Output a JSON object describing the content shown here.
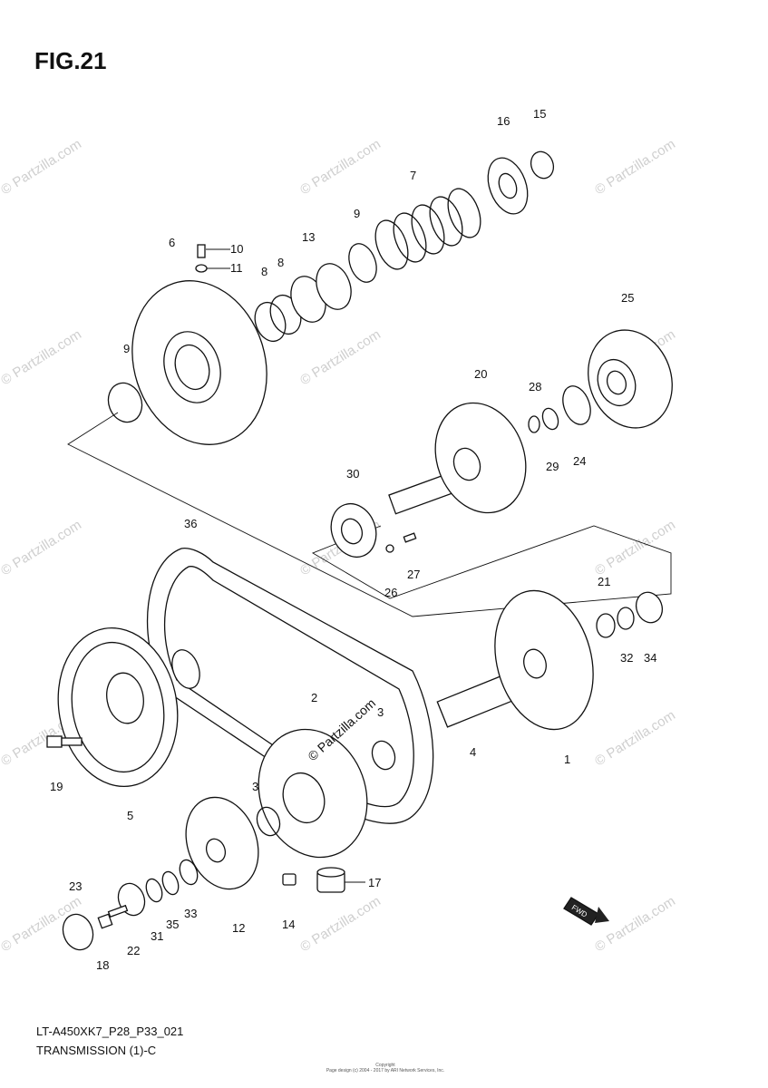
{
  "figure": {
    "title": "FIG.21",
    "model_code": "LT-A450XK7_P28_P33_021",
    "section_name": "TRANSMISSION (1)-C",
    "copyright_line1": "Copyright",
    "copyright_line2": "Page design (c) 2004 - 2017 by ARI Network Services, Inc."
  },
  "watermark": {
    "text": "© Partzilla.com",
    "center_text": "© Partzilla.com"
  },
  "direction_badge": {
    "text": "FWD"
  },
  "callouts": [
    "1",
    "2",
    "3",
    "3",
    "4",
    "5",
    "6",
    "7",
    "8",
    "8",
    "9",
    "9",
    "10",
    "11",
    "12",
    "13",
    "14",
    "15",
    "16",
    "17",
    "18",
    "19",
    "20",
    "21",
    "22",
    "23",
    "24",
    "25",
    "26",
    "27",
    "28",
    "29",
    "30",
    "31",
    "32",
    "33",
    "34",
    "35",
    "36"
  ]
}
